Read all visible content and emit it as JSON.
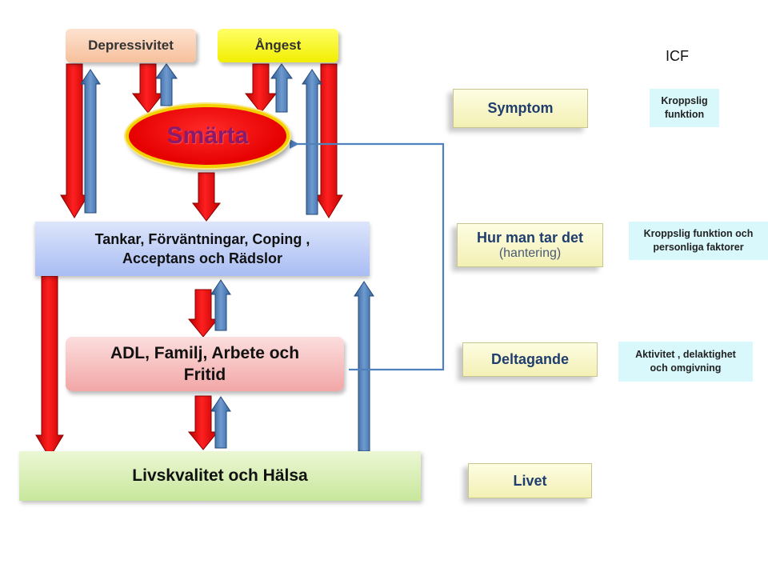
{
  "diagram": {
    "boxes": {
      "depressivitet": "Depressivitet",
      "angest": "Ångest",
      "smarta": "Smärta",
      "tankar_line1": "Tankar, Förväntningar, Coping ,",
      "tankar_line2": "Acceptans och Rädslor",
      "adl_line1": "ADL, Familj, Arbete och",
      "adl_line2": "Fritid",
      "livskvalitet": "Livskvalitet och Hälsa"
    },
    "levels": {
      "symptom": "Symptom",
      "hur_main": "Hur man tar det",
      "hur_sub": "(hantering)",
      "deltagande": "Deltagande",
      "livet": "Livet"
    },
    "icf": {
      "title": "ICF",
      "note1_line1": "Kroppslig",
      "note1_line2": "funktion",
      "note2_line1": "Kroppslig funktion och",
      "note2_line2": "personliga faktorer",
      "note3_line1": "Aktivitet , delaktighet",
      "note3_line2": "och omgivning"
    },
    "colors": {
      "down_arrow": "#e8141b",
      "up_arrow": "#4f81bd",
      "connector": "#4f81bd"
    }
  }
}
